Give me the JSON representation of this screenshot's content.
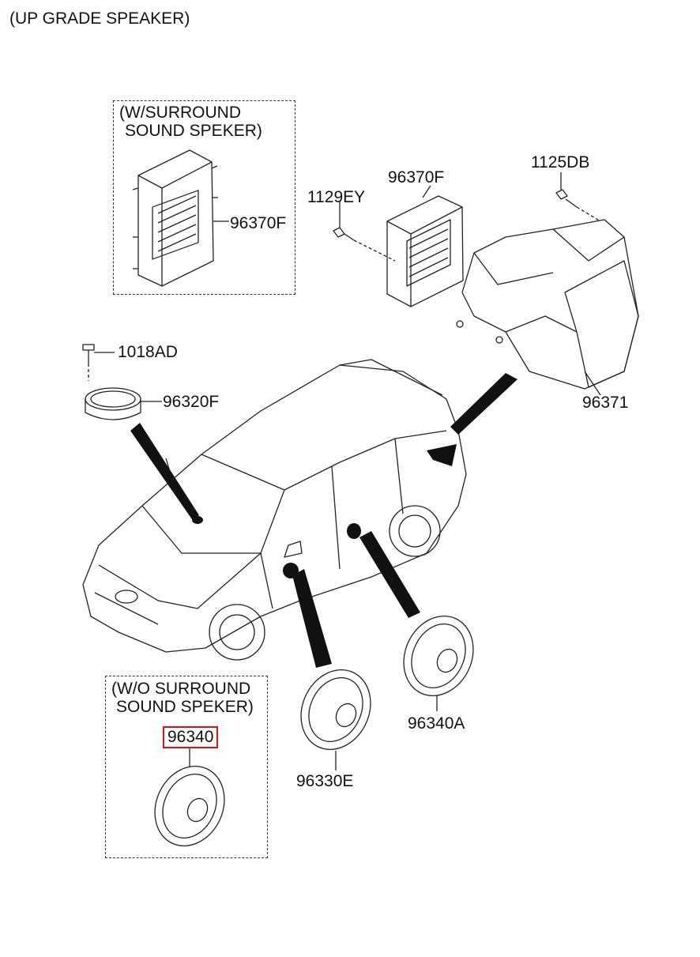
{
  "title": "(UP GRADE SPEAKER)",
  "boxes": {
    "with_surround": {
      "line1": "(W/SURROUND",
      "line2": "SOUND SPEKER)"
    },
    "without_surround": {
      "line1": "(W/O SURROUND",
      "line2": "SOUND SPEKER)"
    }
  },
  "parts": {
    "amp_box": "96370F",
    "amp": "96370F",
    "screw_a": "1129EY",
    "screw_b": "1125DB",
    "woofer_box": "96371",
    "screw_c": "1018AD",
    "tweeter": "96320F",
    "front_door_speaker": "96330E",
    "rear_door_speaker": "96340A",
    "speaker_wo_surround": "96340"
  },
  "highlight_color": "#e11111"
}
